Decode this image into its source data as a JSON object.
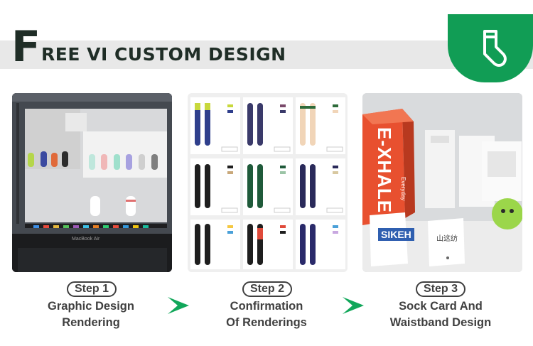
{
  "header": {
    "title_first_letter": "F",
    "title_rest": "REE VI CUSTOM DESIGN",
    "badge_icon": "sock-icon",
    "accent_color": "#119d55"
  },
  "panels": {
    "laptop": {
      "brand_label": "MacBook Air"
    },
    "renderings": {},
    "sock_card": {
      "box_text": "E-XHALE",
      "box_small": "Everyday",
      "card_white_text": "SIKEH",
      "card_cn_text": "山这纺"
    }
  },
  "steps": [
    {
      "pill": "Step 1",
      "line1": "Graphic Design",
      "line2": "Rendering"
    },
    {
      "pill": "Step 2",
      "line1": "Confirmation",
      "line2": "Of Renderings"
    },
    {
      "pill": "Step 3",
      "line1": "Sock Card And",
      "line2": "Waistband Design"
    }
  ],
  "arrow_icon": "arrow-right-icon",
  "arrow_color": "#11a75a"
}
